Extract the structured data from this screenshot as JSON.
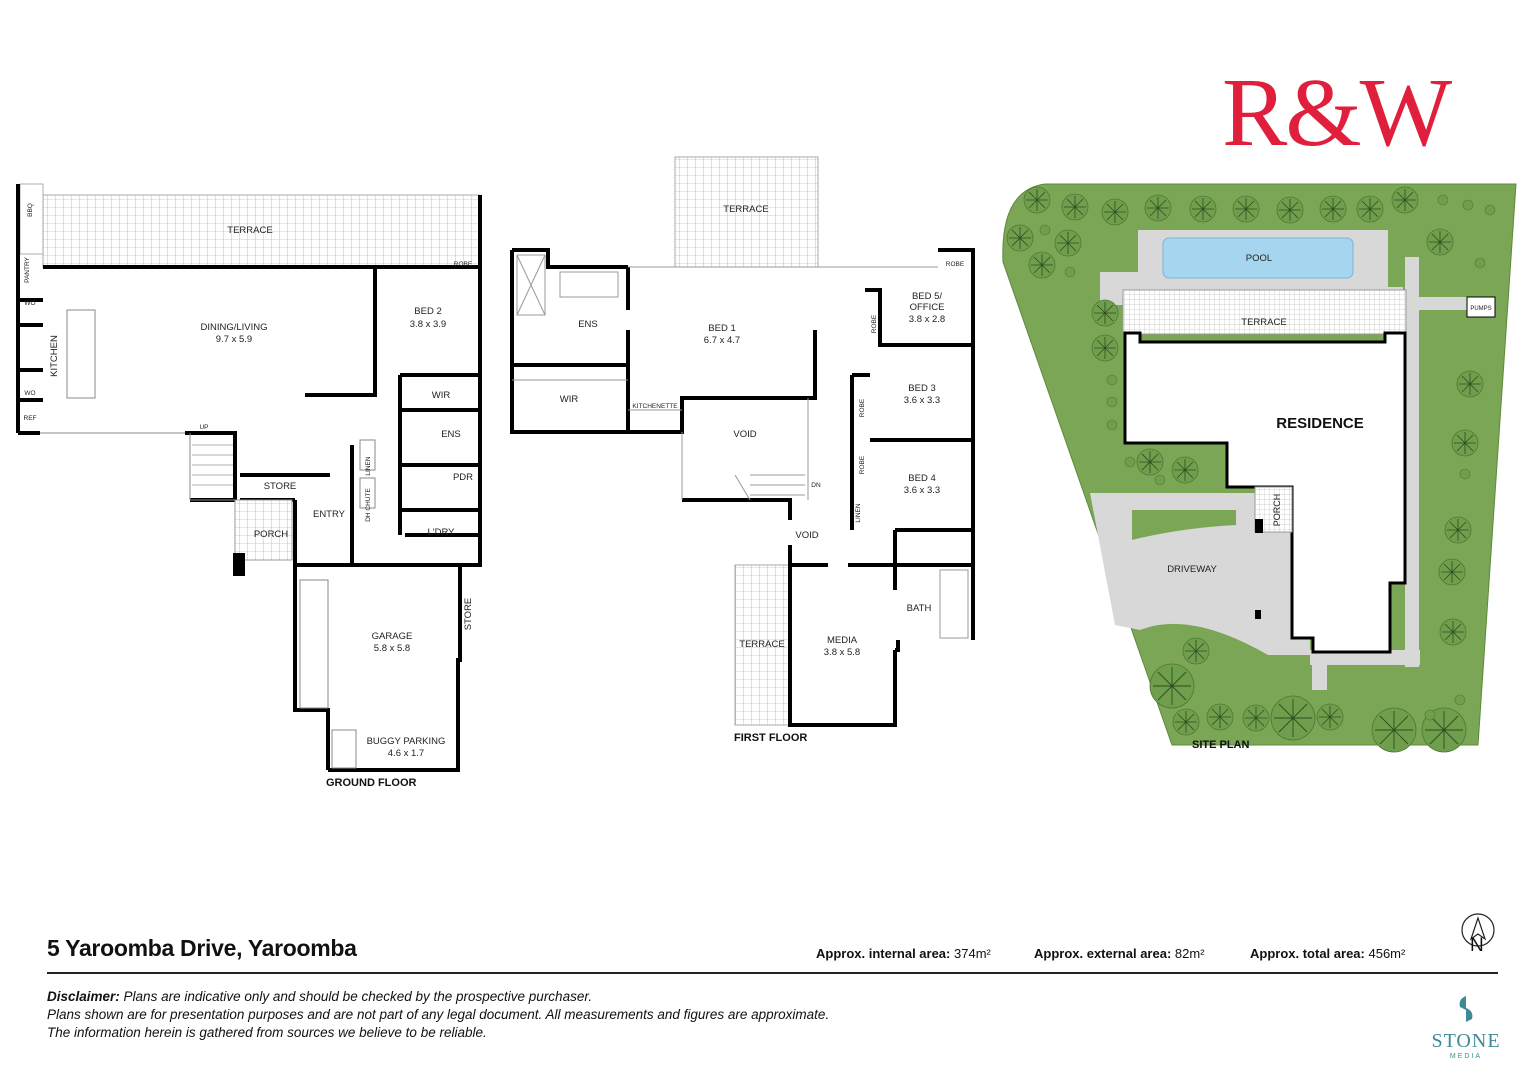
{
  "brand": {
    "logo_text": "R&W",
    "logo_color": "#e01f3d"
  },
  "ground_floor": {
    "label": "GROUND FLOOR",
    "rooms": {
      "terrace": "TERRACE",
      "bbq": "BBQ",
      "pantry": "PANTRY",
      "wo1": "WO",
      "wo2": "WO",
      "ref": "REF",
      "kitchen": "KITCHEN",
      "dining_living": "DINING/LIVING",
      "dining_living_size": "9.7 x 5.9",
      "robe": "ROBE",
      "bed2": "BED 2",
      "bed2_size": "3.8 x 3.9",
      "wir": "WIR",
      "ens": "ENS",
      "pdr": "PDR",
      "up": "UP",
      "store": "STORE",
      "entry": "ENTRY",
      "linen": "LINEN",
      "chute": "DH CHUTE",
      "porch": "PORCH",
      "laundry": "L'DRY",
      "garage": "GARAGE",
      "garage_size": "5.8 x 5.8",
      "store2": "STORE",
      "buggy": "BUGGY PARKING",
      "buggy_size": "4.6 x 1.7"
    }
  },
  "first_floor": {
    "label": "FIRST FLOOR",
    "rooms": {
      "terrace": "TERRACE",
      "ens": "ENS",
      "bed1": "BED 1",
      "bed1_size": "6.7 x 4.7",
      "wir": "WIR",
      "kitchenette": "KITCHENETTE",
      "void1": "VOID",
      "robe1": "ROBE",
      "bed5": "BED 5/",
      "bed5_office": "OFFICE",
      "bed5_size": "3.8 x 2.8",
      "robe2": "ROBE",
      "bed3": "BED 3",
      "bed3_size": "3.6 x 3.3",
      "robe3": "ROBE",
      "bed4": "BED 4",
      "bed4_size": "3.6 x 3.3",
      "linen": "LINEN",
      "dn": "DN",
      "void2": "VOID",
      "terrace2": "TERRACE",
      "media": "MEDIA",
      "media_size": "3.8 x 5.8",
      "bath": "BATH",
      "robe4": "ROBE"
    }
  },
  "site_plan": {
    "label": "SITE PLAN",
    "pool": "POOL",
    "terrace": "TERRACE",
    "pumps": "PUMPS",
    "residence": "RESIDENCE",
    "porch": "PORCH",
    "driveway": "DRIVEWAY",
    "colors": {
      "lawn": "#7aa655",
      "paving": "#d8d8d8",
      "pool": "#a6d6ef"
    }
  },
  "footer": {
    "address": "5 Yaroomba Drive, Yaroomba",
    "internal_label": "Approx. internal area:",
    "internal_value": "374m²",
    "external_label": "Approx.  external area:",
    "external_value": "82m²",
    "total_label": "Approx. total area:",
    "total_value": "456m²",
    "north": "N",
    "disclaimer_label": "Disclaimer:",
    "disclaimer_line1": " Plans are indicative only and should be checked by the prospective purchaser.",
    "disclaimer_line2": "Plans shown are for presentation purposes and are not part of any legal document. All measurements and figures are approximate.",
    "disclaimer_line3": "The information herein is gathered from sources we believe to be reliable.",
    "credit_name": "STONE",
    "credit_sub": "MEDIA",
    "credit_color": "#3e8a97"
  }
}
